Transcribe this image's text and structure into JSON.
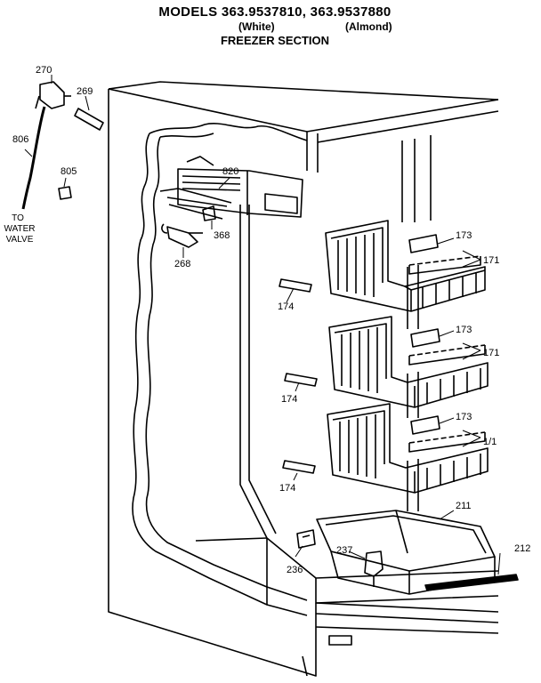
{
  "header": {
    "models": "MODELS 363.9537810, 363.9537880",
    "variant_white": "(White)",
    "variant_almond": "(Almond)",
    "section": "FREEZER SECTION"
  },
  "callouts": {
    "c270": "270",
    "c269": "269",
    "c806": "806",
    "c805": "805",
    "c820": "820",
    "c368": "368",
    "c268": "268",
    "c173a": "173",
    "c171a": "171",
    "c174a": "174",
    "c173b": "173",
    "c171b": "171",
    "c174b": "174",
    "c173c": "173",
    "c171c": "1/1",
    "c174c": "174",
    "c211": "211",
    "c212": "212",
    "c236": "236",
    "c237": "237"
  },
  "note": {
    "line1": "TO",
    "line2": "WATER",
    "line3": "VALVE"
  }
}
